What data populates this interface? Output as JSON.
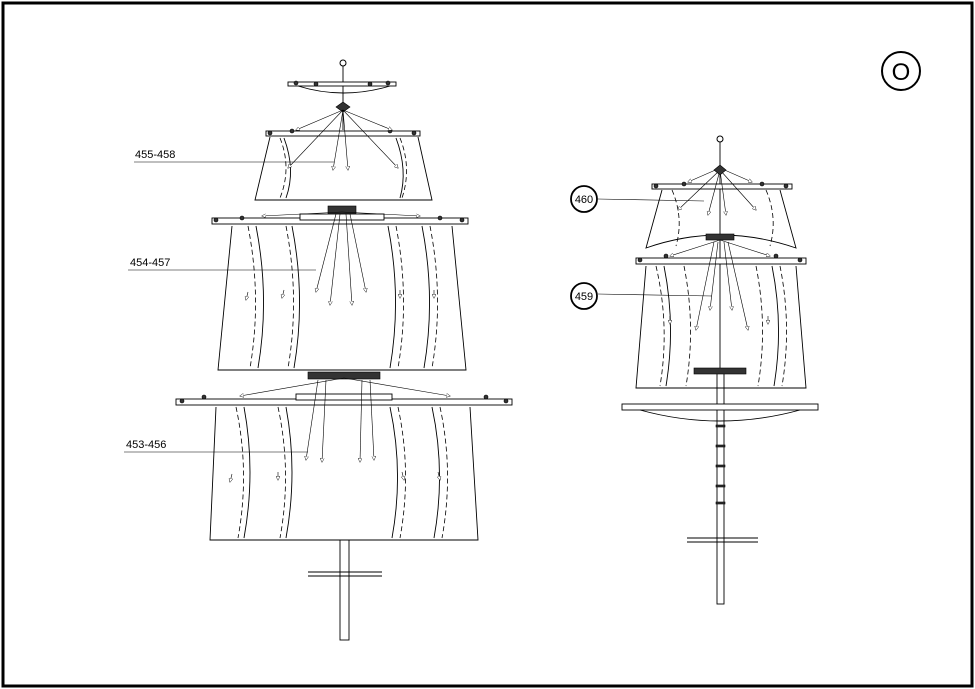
{
  "sheet": {
    "letter": "O"
  },
  "labels": {
    "fore_top_gallant": "455-458",
    "fore_topsail": "454-457",
    "fore_course": "453-456",
    "mizzen_topsail": "460",
    "mizzen_sail": "459"
  }
}
